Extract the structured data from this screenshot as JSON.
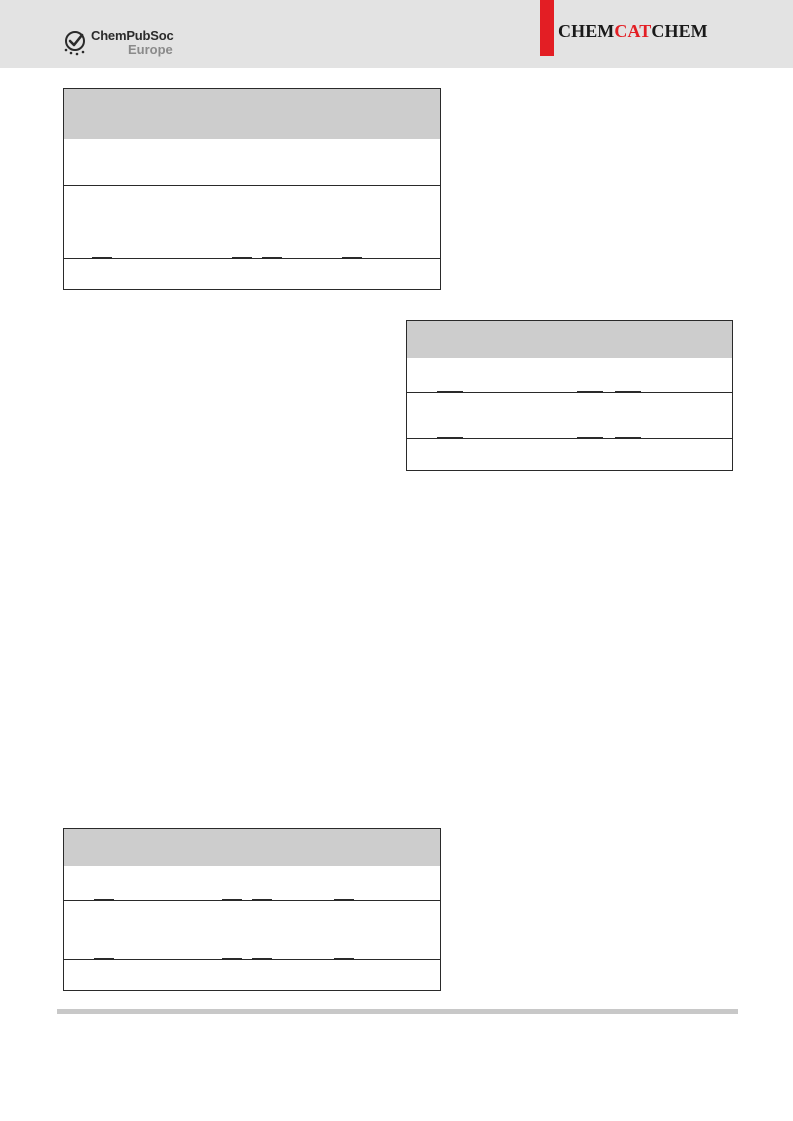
{
  "header": {
    "publisher_name": "ChemPubSoc",
    "publisher_region": "Europe",
    "journal_title_prefix": "CHEM",
    "journal_title_accent": "CAT",
    "journal_title_suffix": "CHEM",
    "brand_color": "#e31e24",
    "publisher_logo_icon": "globe-check-icon"
  }
}
